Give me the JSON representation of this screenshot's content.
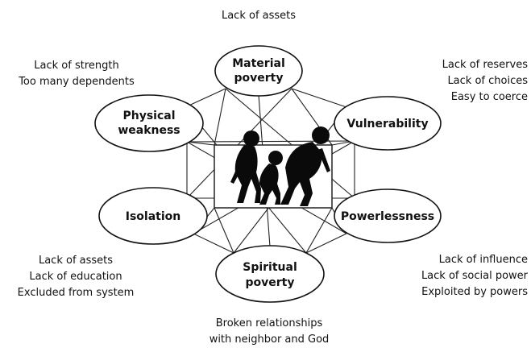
{
  "nodes": {
    "material": [
      "Material",
      "poverty"
    ],
    "vulnerability": [
      "Vulnerability"
    ],
    "powerlessness": [
      "Powerlessness"
    ],
    "spiritual": [
      "Spiritual",
      "poverty"
    ],
    "isolation": [
      "Isolation"
    ],
    "physical": [
      "Physical",
      "weakness"
    ]
  },
  "captions": {
    "material": [
      "Lack of assets"
    ],
    "physical": [
      "Lack of strength",
      "Too many dependents"
    ],
    "vulnerability": [
      "Lack of reserves",
      "Lack of choices",
      "Easy to coerce"
    ],
    "isolation": [
      "Lack of assets",
      "Lack of education",
      "Excluded from system"
    ],
    "powerlessness": [
      "Lack of influence",
      "Lack of social power",
      "Exploited by powers"
    ],
    "spiritual": [
      "Broken relationships",
      "with neighbor and God"
    ]
  },
  "center_figure": "silhouettes of people bent under a heavy load",
  "colors": {
    "ink": "#111111",
    "background": "#ffffff"
  }
}
